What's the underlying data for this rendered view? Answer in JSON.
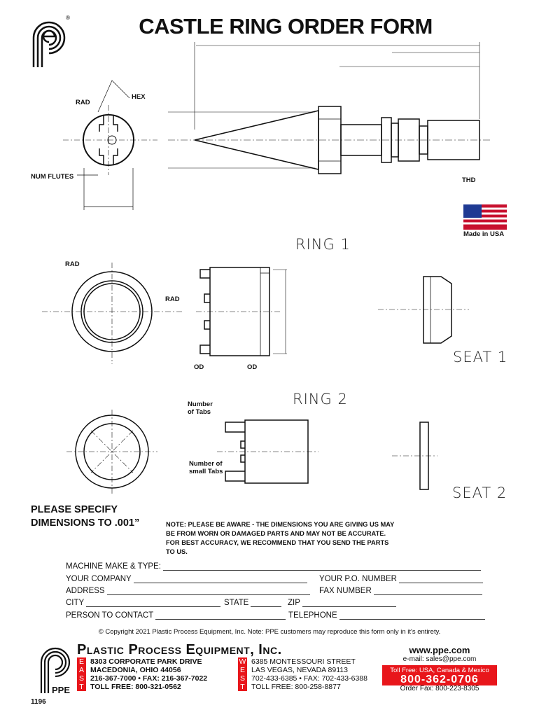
{
  "header": {
    "title": "CASTLE RING ORDER FORM",
    "logo_text": "PPE"
  },
  "drawings": {
    "pin_labels": {
      "rad": "RAD",
      "hex": "HEX",
      "num_flutes": "NUM FLUTES",
      "thd": "THD"
    },
    "flag_caption": "Made in USA",
    "ring1": {
      "title": "RING 1",
      "rad_outer": "RAD",
      "rad_side": "RAD",
      "od_left": "OD",
      "od_right": "OD"
    },
    "seat1": {
      "title": "SEAT 1"
    },
    "ring2": {
      "title": "RING 2",
      "num_tabs": "Number of Tabs",
      "num_small_tabs": "Number of small Tabs"
    },
    "seat2": {
      "title": "SEAT 2"
    }
  },
  "specify": {
    "line1": "PLEASE SPECIFY",
    "line2": "DIMENSIONS TO .001”"
  },
  "note": "NOTE: PLEASE BE AWARE - THE DIMENSIONS YOU ARE GIVING US MAY BE FROM WORN OR DAMAGED PARTS AND MAY NOT BE ACCURATE. FOR BEST ACCURACY, WE RECOMMEND THAT YOU SEND THE PARTS TO US.",
  "form": {
    "machine": "MACHINE MAKE & TYPE:",
    "company": "YOUR COMPANY",
    "po": "YOUR P.O. NUMBER",
    "address": "ADDRESS",
    "fax": "FAX NUMBER",
    "city": "CITY",
    "state": "STATE",
    "zip": "ZIP",
    "contact": "PERSON TO CONTACT",
    "telephone": "TELEPHONE"
  },
  "copyright": "© Copyright 2021 Plastic Process Equipment, Inc.  Note: PPE customers may reproduce this form only in it's entirety.",
  "footer": {
    "company": "Plastic Process Equipment, Inc.",
    "east_letters": [
      "E",
      "A",
      "S",
      "T"
    ],
    "east": [
      "8303 CORPORATE PARK DRIVE",
      "MACEDONIA, OHIO 44056",
      "216-367-7000 • FAX: 216-367-7022",
      "TOLL FREE: 800-321-0562"
    ],
    "west_letters": [
      "W",
      "E",
      "S",
      "T"
    ],
    "west": [
      "6385 MONTESSOURI STREET",
      "LAS VEGAS, NEVADA 89113",
      "702-433-6385 • FAX: 702-433-6388",
      "TOLL FREE: 800-258-8877"
    ],
    "website": "www.ppe.com",
    "email": "e-mail: sales@ppe.com",
    "toll_free_label": "Toll Free: USA, Canada & Mexico",
    "toll_free_number": "800-362-0706",
    "order_fax": "Order Fax: 800-223-8305",
    "form_number": "1196"
  },
  "colors": {
    "accent": "#e8161b"
  }
}
